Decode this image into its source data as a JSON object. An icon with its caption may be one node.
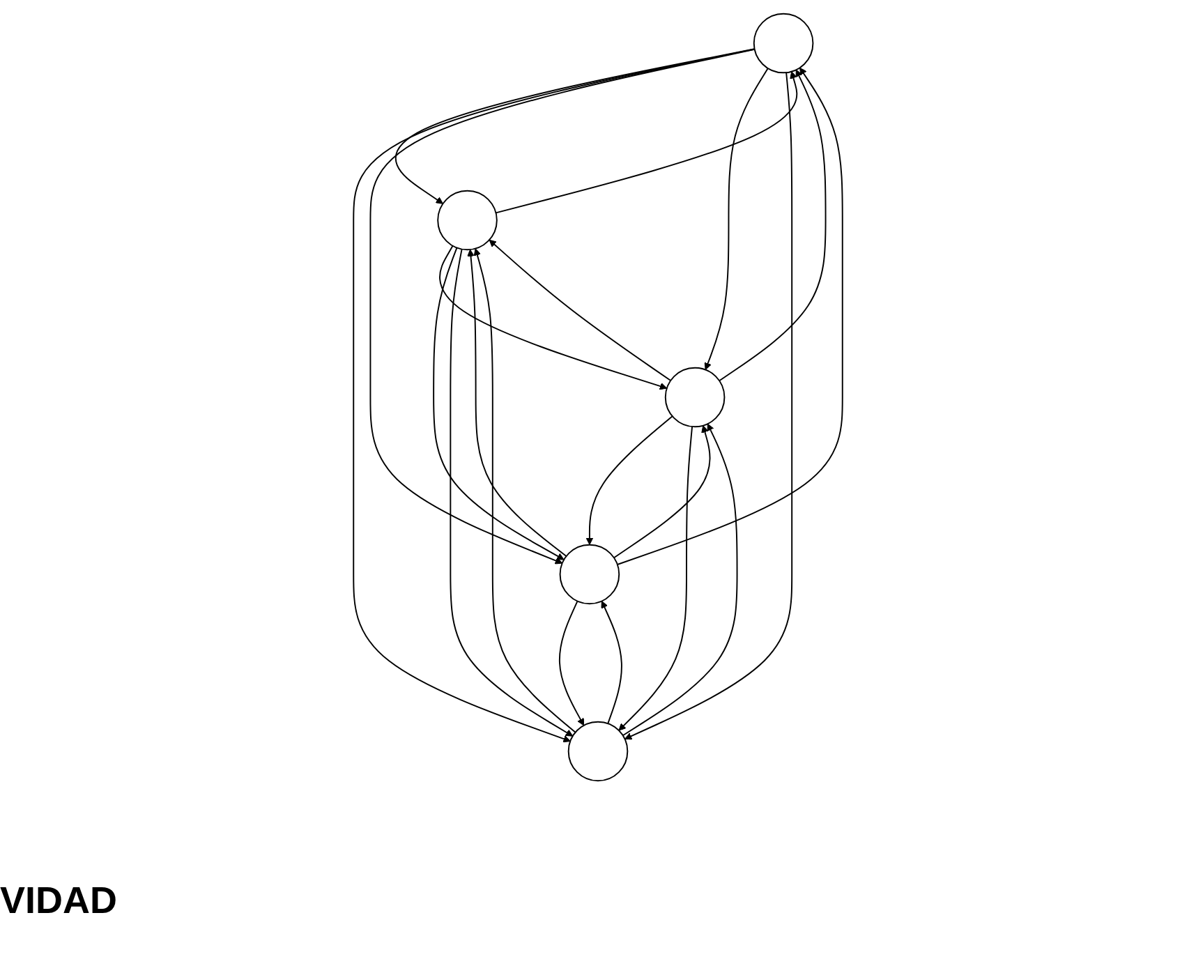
{
  "diagram": {
    "nodes": [
      {
        "text": [],
        "shape": "circle"
      },
      {
        "text": [],
        "shape": "circle"
      },
      {
        "text": [],
        "shape": "circle"
      },
      {
        "text": [],
        "shape": "circle"
      },
      {
        "text": [],
        "shape": "circle"
      }
    ],
    "edges": [
      {
        "from": 1,
        "to": 0,
        "arrow": "to"
      },
      {
        "from": 0,
        "to": 1,
        "arrow": "to"
      },
      {
        "from": 0,
        "to": 4,
        "arrow": "to"
      },
      {
        "from": 1,
        "to": 3,
        "arrow": "to"
      },
      {
        "from": 0,
        "to": 2,
        "arrow": "to"
      },
      {
        "from": 2,
        "to": 0,
        "arrow": "to"
      },
      {
        "from": 2,
        "to": 1,
        "arrow": "to"
      },
      {
        "from": 1,
        "to": 2,
        "arrow": "to"
      },
      {
        "from": 3,
        "to": 0,
        "arrow": "to"
      },
      {
        "from": 0,
        "to": 3,
        "arrow": "to"
      },
      {
        "from": 1,
        "to": 4,
        "arrow": "to"
      },
      {
        "from": 4,
        "to": 1,
        "arrow": "to"
      },
      {
        "from": 0,
        "to": 4,
        "arrow": "to"
      },
      {
        "from": 3,
        "to": 2,
        "arrow": "to"
      },
      {
        "from": 2,
        "to": 3,
        "arrow": "to"
      },
      {
        "from": 2,
        "to": 4,
        "arrow": "to"
      },
      {
        "from": 4,
        "to": 2,
        "arrow": "to"
      },
      {
        "from": 3,
        "to": 4,
        "arrow": "to"
      },
      {
        "from": 4,
        "to": 3,
        "arrow": "to"
      },
      {
        "from": 3,
        "to": 1,
        "arrow": "to"
      }
    ],
    "labels": [
      "VIDAD"
    ]
  }
}
